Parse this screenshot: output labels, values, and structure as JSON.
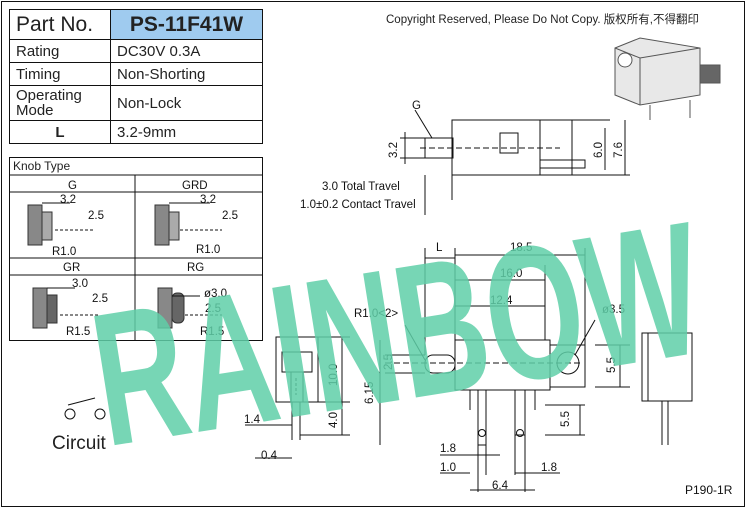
{
  "spec": {
    "part_label": "Part No.",
    "part_no": "PS-11F41W",
    "rows": [
      {
        "key": "Rating",
        "value": "DC30V 0.3A"
      },
      {
        "key": "Timing",
        "value": "Non-Shorting"
      },
      {
        "key": "Operating Mode",
        "value": "Non-Lock"
      },
      {
        "key": "L",
        "value": "3.2-9mm"
      }
    ]
  },
  "copyright": "Copyright Reserved, Please Do Not Copy. 版权所有,不得翻印",
  "knob": {
    "title": "Knob Type",
    "types": [
      {
        "name": "G",
        "dims": [
          "3.2",
          "2.5",
          "R1.0"
        ]
      },
      {
        "name": "GRD",
        "dims": [
          "3.2",
          "2.5",
          "R1.0"
        ]
      },
      {
        "name": "GR",
        "dims": [
          "3.0",
          "2.5",
          "R1.5"
        ]
      },
      {
        "name": "RG",
        "dims": [
          "ø3.0",
          "2.5",
          "R1.5"
        ]
      }
    ]
  },
  "watermark": "RAINBOW",
  "circuit_label": "Circuit",
  "drawing_code": "P190-1R",
  "top_view": {
    "label_g": "G",
    "d1": "3.2",
    "d2": "6.0",
    "d3": "7.6",
    "travel_total": "3.0 Total Travel",
    "travel_contact": "1.0±0.2 Contact Travel"
  },
  "front_view": {
    "L": "L",
    "d185": "18.5",
    "d160": "16.0",
    "d124": "12.4",
    "r10": "R1.0<2>",
    "phi35": "ø3.5",
    "d25": "2.5",
    "d615": "6.15",
    "d55a": "5.5",
    "d55b": "5.5",
    "d18a": "1.8",
    "d10": "1.0",
    "d18b": "1.8",
    "d64": "6.4"
  },
  "side_view": {
    "d10": "10.0",
    "d40": "4.0",
    "d14": "1.4",
    "d04": "0.4"
  },
  "colors": {
    "watermark": "#5fcfa8",
    "part_bg": "#9fcbef"
  }
}
